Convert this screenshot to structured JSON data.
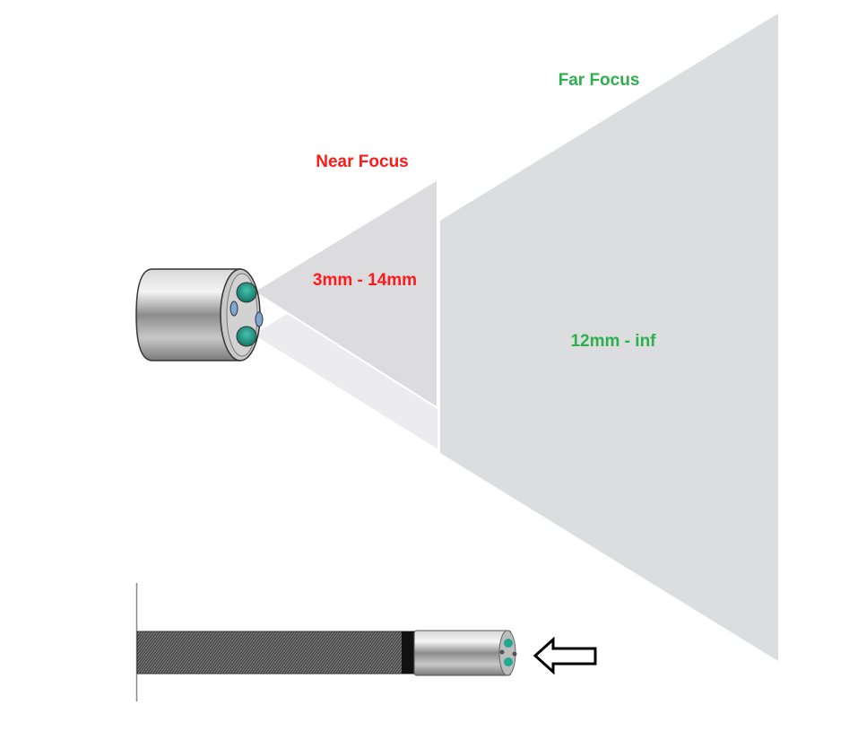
{
  "labels": {
    "near_title": "Near Focus",
    "near_range": "3mm - 14mm",
    "far_title": "Far Focus",
    "far_range": "12mm - inf"
  },
  "colors": {
    "near": "#ff1a1a",
    "far": "#2eaf4f",
    "cone_dark": "#dcdcde",
    "cone_light": "#ececee",
    "lens": "#1f9e8a",
    "led": "#7fa6cf"
  },
  "icons": {
    "pointer": "arrow-left-outline-icon"
  }
}
